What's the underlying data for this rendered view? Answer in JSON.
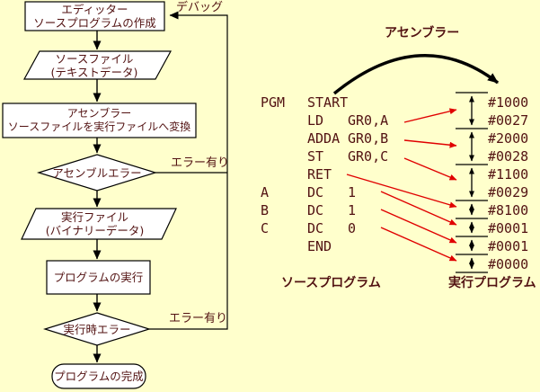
{
  "palette": {
    "background": "#ffffcc",
    "text": "#521212",
    "shape_line": "#000000",
    "shape_fill": "#ffffff",
    "mapping_arrow": "#e00000"
  },
  "flowchart": {
    "debug_label": "デバッグ",
    "error_label_1": "エラー有り",
    "error_label_2": "エラー有り",
    "nodes": [
      {
        "type": "process",
        "lines": [
          "エディッター",
          "ソースプログラムの作成"
        ]
      },
      {
        "type": "io",
        "lines": [
          "ソースファイル",
          "(テキストデータ)"
        ]
      },
      {
        "type": "process",
        "lines": [
          "アセンブラー",
          "ソースファイルを実行ファイルへ変換"
        ]
      },
      {
        "type": "decision",
        "lines": [
          "アセンブルエラー"
        ]
      },
      {
        "type": "io",
        "lines": [
          "実行ファイル",
          "(バイナリーデータ)"
        ]
      },
      {
        "type": "process",
        "lines": [
          "プログラムの実行"
        ]
      },
      {
        "type": "decision",
        "lines": [
          "実行時エラー"
        ]
      },
      {
        "type": "terminator",
        "lines": [
          "プログラムの完成"
        ]
      }
    ]
  },
  "assembler": {
    "title": "アセンブラー",
    "source_label": "ソースプログラム",
    "executable_label": "実行プログラム",
    "code": [
      {
        "label": "PGM",
        "op": "START",
        "operand": ""
      },
      {
        "label": "",
        "op": "LD",
        "operand": "GR0,A"
      },
      {
        "label": "",
        "op": "ADDA",
        "operand": "GR0,B"
      },
      {
        "label": "",
        "op": "ST",
        "operand": "GR0,C"
      },
      {
        "label": "",
        "op": "RET",
        "operand": ""
      },
      {
        "label": "A",
        "op": "DC",
        "operand": "1"
      },
      {
        "label": "B",
        "op": "DC",
        "operand": "1"
      },
      {
        "label": "C",
        "op": "DC",
        "operand": "0"
      },
      {
        "label": "",
        "op": "END",
        "operand": ""
      }
    ],
    "memory": [
      "#1000",
      "#0027",
      "#2000",
      "#0028",
      "#1100",
      "#0029",
      "#8100",
      "#0001",
      "#0001",
      "#0000"
    ],
    "cells": [
      {
        "words": 2,
        "values": [
          "#1000",
          "#0027"
        ]
      },
      {
        "words": 2,
        "values": [
          "#2000",
          "#0028"
        ]
      },
      {
        "words": 2,
        "values": [
          "#1100",
          "#0029"
        ]
      },
      {
        "words": 1,
        "values": [
          "#8100"
        ]
      },
      {
        "words": 1,
        "values": [
          "#0001"
        ]
      },
      {
        "words": 1,
        "values": [
          "#0001"
        ]
      },
      {
        "words": 1,
        "values": [
          "#0000"
        ]
      }
    ],
    "mappings": [
      {
        "source_row": 1,
        "cell": 0
      },
      {
        "source_row": 2,
        "cell": 1
      },
      {
        "source_row": 3,
        "cell": 2
      },
      {
        "source_row": 4,
        "cell": 3
      },
      {
        "source_row": 5,
        "cell": 4
      },
      {
        "source_row": 6,
        "cell": 5
      },
      {
        "source_row": 7,
        "cell": 6
      }
    ]
  }
}
